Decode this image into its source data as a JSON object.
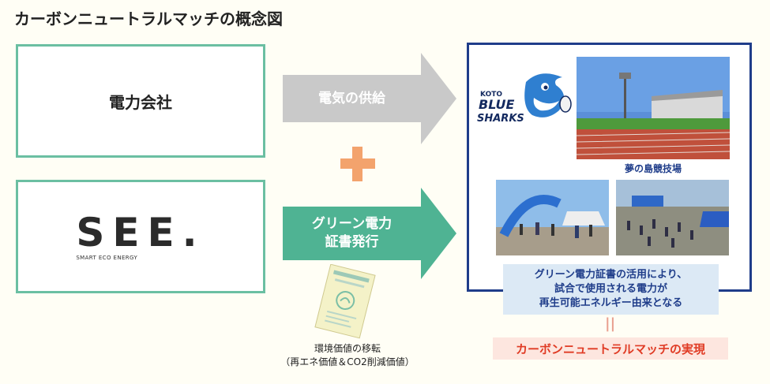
{
  "title": "カーボンニュートラルマッチの概念図",
  "left": {
    "power_company": "電力会社",
    "see_logo": "SEE.",
    "see_tagline": "SMART ECO ENERGY"
  },
  "arrows": {
    "supply": "電気の供給",
    "green_line1": "グリーン電力",
    "green_line2": "証書発行"
  },
  "certificate": {
    "caption_line1": "環境価値の移転",
    "caption_line2": "（再エネ価値＆CO2削減価値）"
  },
  "team_logo": {
    "line1": "KOTO",
    "line2": "BLUE",
    "line3": "SHARKS"
  },
  "stadium_caption": "夢の島競技場",
  "result": {
    "line1": "グリーン電力証書の活用により、",
    "line2": "試合で使用される電力が",
    "line3": "再生可能エネルギー由来となる"
  },
  "equals": "||",
  "banner": "カーボンニュートラルマッチの実現",
  "colors": {
    "box_border": "#6bbfa2",
    "supply_arrow": "#c9c9c9",
    "green_arrow": "#4fb393",
    "plus": "#f3a36d",
    "frame": "#1f3d8a",
    "banner_text": "#e03b24"
  }
}
